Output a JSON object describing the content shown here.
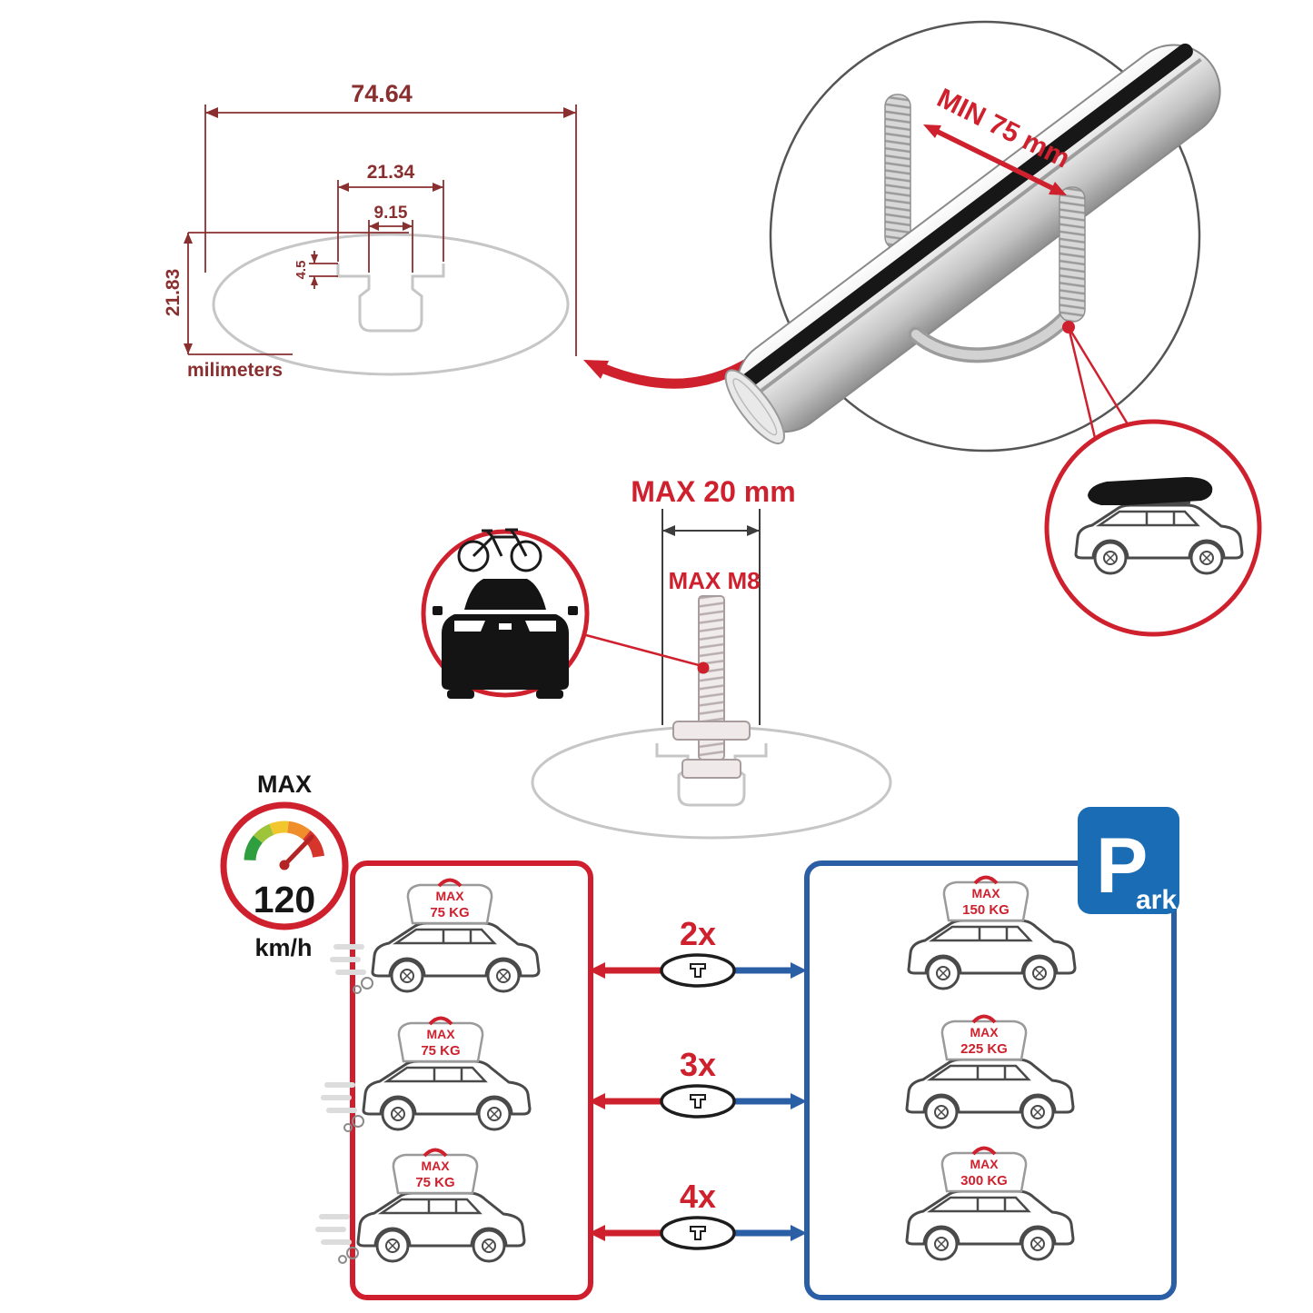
{
  "colors": {
    "accent_red": "#cf202e",
    "dim_maroon": "#8a2f2f",
    "box_red": "#cf1f2e",
    "box_blue": "#2b5fa5",
    "park_blue": "#1a6cb5",
    "profile_gray": "#c6c6c6"
  },
  "cross_section": {
    "total_width": "74.64",
    "slot_width": "21.34",
    "inner_width": "9.15",
    "lip_height": "4.5",
    "total_height": "21.83",
    "units": "milimeters"
  },
  "bar_detail": {
    "min_clamp": "MIN 75 mm"
  },
  "bolt": {
    "max_width": "MAX 20 mm",
    "max_thread": "MAX M8"
  },
  "speedometer": {
    "title": "MAX",
    "value": "120",
    "unit": "km/h"
  },
  "park_sign": {
    "letter": "P",
    "suffix": "ark"
  },
  "rows": [
    {
      "count": "2x",
      "left": {
        "max": "MAX",
        "weight": "75 KG"
      },
      "right": {
        "max": "MAX",
        "weight": "150 KG"
      }
    },
    {
      "count": "3x",
      "left": {
        "max": "MAX",
        "weight": "75 KG"
      },
      "right": {
        "max": "MAX",
        "weight": "225 KG"
      }
    },
    {
      "count": "4x",
      "left": {
        "max": "MAX",
        "weight": "75 KG"
      },
      "right": {
        "max": "MAX",
        "weight": "300 KG"
      }
    }
  ]
}
